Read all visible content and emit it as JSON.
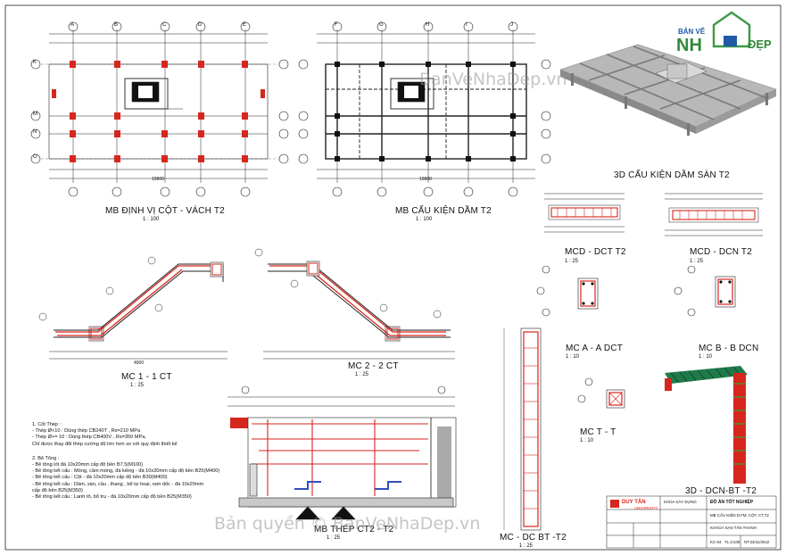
{
  "brand": {
    "logo_top": "BẢN VẼ",
    "logo_nha": "NH",
    "logo_dep": "ĐẸP",
    "watermark_top": "BanVeNhaDep.vn",
    "watermark_bottom": "Bản quyền © BanVeNhaDep.vn",
    "colors": {
      "logo_green": "#2f8a3a",
      "logo_blue": "#1f5aa8",
      "rebar_red": "#d7261e",
      "struct_blue": "#2f4fbf"
    }
  },
  "views": {
    "column_plan": {
      "title": "MB ĐỊNH VỊ CỘT - VÁCH T2",
      "scale": "1 : 100"
    },
    "beam_plan": {
      "title": "MB CẤU KIỆN DẦM T2",
      "scale": "1 : 100"
    },
    "view_3d_beams": {
      "title": "3D CẤU KIỆN DẦM SÀN T2"
    },
    "mcd_dct": {
      "title": "MCD - DCT T2",
      "scale": "1 : 25"
    },
    "mcd_dcn": {
      "title": "MCD - DCN T2",
      "scale": "1 : 25"
    },
    "mc_11": {
      "title": "MC 1 - 1 CT",
      "scale": "1 : 25"
    },
    "mc_22": {
      "title": "MC 2 - 2 CT",
      "scale": "1 : 25"
    },
    "mc_aa": {
      "title": "MC A - A DCT",
      "scale": "1 : 10"
    },
    "mc_bb": {
      "title": "MC B - B DCN",
      "scale": "1 : 10"
    },
    "mc_tt": {
      "title": "MC T - T",
      "scale": "1 : 10"
    },
    "mc_dc": {
      "title": "MC - DC BT -T2",
      "scale": "1 : 25"
    },
    "bottom_section": {
      "title": "MB THÉP CT2 - T2",
      "scale": "1 : 25"
    },
    "view_3d_dcn": {
      "title": "3D - DCN-BT -T2"
    }
  },
  "grid": {
    "cols_left": [
      "A",
      "B",
      "C",
      "D",
      "E"
    ],
    "cols_right": [
      "F",
      "G",
      "H",
      "I",
      "J"
    ],
    "rows": [
      "K",
      "M",
      "N",
      "O"
    ]
  },
  "notes": {
    "steel_heading": "1. Cốt Thép :",
    "steel_1": "- Thép Ø<10 : Dùng thép CB240T , Rs=210 MPa",
    "steel_2": "- Thép Ø>= 10 : Dùng thép CB400V , Rs=350 MPa,",
    "steel_3": "Chỉ được thay đổi thép cường độ lớn hơn so với quy định thiết kế",
    "concrete_heading": "2. Bê Tông :",
    "concrete_1": "- Bê tông lót đá 10x20mm cấp độ bền B7.5(M100)",
    "concrete_2": "- Bê tông kết cấu : Móng, cầm móng, đá kiềng - đá 10x20mm cấp độ bền B25(M400)",
    "concrete_3": "- Bê tông kết cấu : Cột - đá 10x20mm cấp độ bền B30(M400)",
    "concrete_4": "- Bê tông kết cấu : Dầm, sàn, cầu , thang , bể tự hoại, ram dốc - đá 10x20mm",
    "concrete_5": "cấp độ bền B25(M350)",
    "concrete_6": "- Bê tông kết cấu : Lanh tô, bổ trụ - đá 10x20mm cấp độ bền B25(M350)"
  },
  "title_block": {
    "project_heading": "ĐỒ ÁN TỐT NGHIỆP",
    "university": "DUY TÂN",
    "university_sub": "UNIVERSITY",
    "faculty": "KHOA XÂY DỰNG",
    "sheet_title": "MB CẤU KIỆN D.FM, CỘT, CT,T2",
    "project_name": "KHÁCH SẠN TÂN THANH",
    "code": "KC-04",
    "scale": "TL:1/100",
    "date": "NT:23/11/2022"
  },
  "dims": {
    "plan_total": "19800",
    "plan_total_right": "19800",
    "span": "4900"
  }
}
